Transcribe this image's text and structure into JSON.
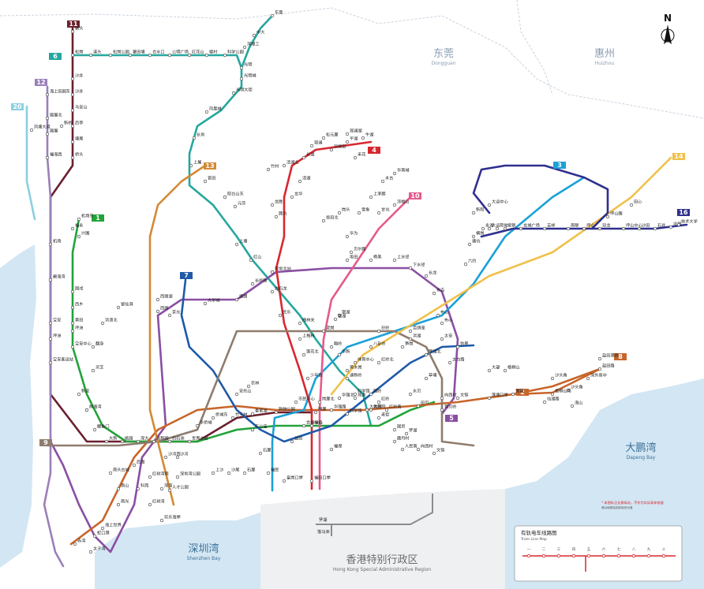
{
  "regions": {
    "dongguan": {
      "cn": "东莞",
      "en": "Dongguan"
    },
    "huizhou": {
      "cn": "惠州",
      "en": "Huizhou"
    },
    "dapeng_bay": {
      "cn": "大鹏湾",
      "en": "Dapeng Bay"
    },
    "shenzhen_bay": {
      "cn": "深圳湾",
      "en": "Shenzhen Bay"
    },
    "hong_kong": {
      "cn": "香港特别行政区",
      "en": "Hong Kong Special Administrative Region"
    }
  },
  "compass": {
    "label": "N"
  },
  "tram_legend": {
    "title_cn": "有轨电车线路图",
    "title_en": "Tram Line Map"
  },
  "notice": {
    "line1": "* 本图标注无换乘站，不作为实际乘车依据",
    "line2": "请以地铁站实际标识为准"
  },
  "colors": {
    "line1": "#22a33a",
    "line2": "#c8652a",
    "line3": "#1ba1d8",
    "line4": "#d7282f",
    "line5": "#8a4fa3",
    "line6": "#25a79e",
    "line7": "#1e5aa8",
    "line8": "#c8652a",
    "line9": "#8e7c6e",
    "line10": "#e55a8c",
    "line11": "#6b1f2e",
    "line12": "#9b7fb9",
    "line13": "#d38a35",
    "line14": "#f0c04a",
    "line16": "#2f2f8f",
    "line20": "#8ad0e0",
    "water": "#d3e6f3",
    "hk_land": "#eef0f2",
    "border": "#c9d3de"
  },
  "lines": [
    {
      "id": "1",
      "label": "1",
      "color": "#22a33a"
    },
    {
      "id": "2",
      "label": "2",
      "color": "#c8652a"
    },
    {
      "id": "3",
      "label": "3",
      "color": "#1ba1d8"
    },
    {
      "id": "4",
      "label": "4",
      "color": "#d7282f"
    },
    {
      "id": "5",
      "label": "5",
      "color": "#8a4fa3"
    },
    {
      "id": "6",
      "label": "6",
      "color": "#25a79e"
    },
    {
      "id": "7",
      "label": "7",
      "color": "#1e5aa8"
    },
    {
      "id": "8",
      "label": "8",
      "color": "#c8652a"
    },
    {
      "id": "9",
      "label": "9",
      "color": "#8e7c6e"
    },
    {
      "id": "10",
      "label": "10",
      "color": "#e55a8c"
    },
    {
      "id": "11",
      "label": "11",
      "color": "#6b1f2e"
    },
    {
      "id": "12",
      "label": "12",
      "color": "#9b7fb9"
    },
    {
      "id": "13",
      "label": "13",
      "color": "#d38a35"
    },
    {
      "id": "14",
      "label": "14",
      "color": "#f0c04a"
    },
    {
      "id": "16",
      "label": "16",
      "color": "#2f2f8f"
    },
    {
      "id": "20",
      "label": "20",
      "color": "#8ad0e0"
    }
  ],
  "stations": [
    {
      "name": "碧头",
      "key": "bitou"
    },
    {
      "name": "松岗",
      "key": "songgang"
    },
    {
      "name": "溪头",
      "key": "xitou"
    },
    {
      "name": "松岗公园",
      "key": "songganggongyuan"
    },
    {
      "name": "薯田埔",
      "key": "shutianpu"
    },
    {
      "name": "合水口",
      "key": "heshuikou"
    },
    {
      "name": "公明广场",
      "key": "gongmingguangchang"
    },
    {
      "name": "红花山",
      "key": "honghuashan"
    },
    {
      "name": "楼村",
      "key": "loucun"
    },
    {
      "name": "科学公园",
      "key": "kexuegongyuan"
    },
    {
      "name": "光明",
      "key": "guangming"
    },
    {
      "name": "光明大街",
      "key": "guangmingdajie"
    },
    {
      "name": "凤凰城",
      "key": "fenghuangcheng"
    },
    {
      "name": "长圳",
      "key": "changzhen"
    },
    {
      "name": "上屋",
      "key": "shangwu"
    },
    {
      "name": "官田",
      "key": "guantian"
    },
    {
      "name": "阳台山东",
      "key": "yangtaishandong"
    },
    {
      "name": "元芬",
      "key": "yuanfen"
    },
    {
      "name": "上塘",
      "key": "shangtang"
    },
    {
      "name": "红山",
      "key": "hongshan"
    },
    {
      "name": "深圳北站",
      "key": "shenzhenbeizhan"
    },
    {
      "name": "白石龙",
      "key": "baishilong"
    },
    {
      "name": "民乐",
      "key": "minle"
    },
    {
      "name": "上梅林",
      "key": "shangmeilin"
    },
    {
      "name": "莲花北",
      "key": "lianhuabei"
    },
    {
      "name": "少年宫",
      "key": "shaoniangong"
    },
    {
      "name": "市民中心",
      "key": "shiminzhongxin"
    },
    {
      "name": "会展中心",
      "key": "huizhanzhongxin"
    },
    {
      "name": "福田口岸",
      "key": "futiankouan"
    },
    {
      "name": "车公庙",
      "key": "chegongmiao"
    },
    {
      "name": "前海湾",
      "key": "qianhaiwan"
    },
    {
      "name": "宝安中心",
      "key": "baoanzhongxin"
    },
    {
      "name": "机场东",
      "key": "jichangdong"
    },
    {
      "name": "机场",
      "key": "jichang"
    },
    {
      "name": "福永",
      "key": "fuyong"
    },
    {
      "name": "沙井",
      "key": "shajing"
    },
    {
      "name": "后亭",
      "key": "houting"
    },
    {
      "name": "桥头",
      "key": "qiaotou"
    },
    {
      "name": "塘尾",
      "key": "tangwei"
    },
    {
      "name": "马安山",
      "key": "maanshan"
    },
    {
      "name": "沙井",
      "key": "shajing2"
    },
    {
      "name": "新桥",
      "key": "xinqiao"
    },
    {
      "name": "兴围",
      "key": "xingwei"
    },
    {
      "name": "碧海湾",
      "key": "bihaiwan"
    },
    {
      "name": "宝安",
      "key": "baoan"
    },
    {
      "name": "坪洲",
      "key": "pingzhou"
    },
    {
      "name": "固戍",
      "key": "gushu"
    },
    {
      "name": "西乡",
      "key": "xixiang"
    },
    {
      "name": "翻身",
      "key": "fanshen"
    },
    {
      "name": "灵芝",
      "key": "lingzhi"
    },
    {
      "name": "洪浪北",
      "key": "honglangbei"
    },
    {
      "name": "留仙洞",
      "key": "liuxiandong"
    },
    {
      "name": "西丽",
      "key": "xili"
    },
    {
      "name": "大学城",
      "key": "daxuecheng"
    },
    {
      "name": "塘朗",
      "key": "tanglang"
    },
    {
      "name": "长岭陂",
      "key": "changlingpi"
    },
    {
      "name": "深圳北",
      "key": "shenzhenbei"
    },
    {
      "name": "坂田",
      "key": "bantian"
    },
    {
      "name": "杨美",
      "key": "yangmei"
    },
    {
      "name": "上水径",
      "key": "shangshuijing"
    },
    {
      "name": "下水径",
      "key": "xiashuijing"
    },
    {
      "name": "长龙",
      "key": "changlong"
    },
    {
      "name": "布吉",
      "key": "buji"
    },
    {
      "name": "百鸽笼",
      "key": "baigelong"
    },
    {
      "name": "布心",
      "key": "buxin"
    },
    {
      "name": "太安",
      "key": "taian"
    },
    {
      "name": "怡景",
      "key": "yijing"
    },
    {
      "name": "黄贝岭",
      "key": "huangbeiling"
    },
    {
      "name": "大剧院",
      "key": "dajuyuan"
    },
    {
      "name": "科学馆",
      "key": "kexueguan"
    },
    {
      "name": "华强路",
      "key": "huaqianglu"
    },
    {
      "name": "岗厦",
      "key": "gangxia"
    },
    {
      "name": "购物公园",
      "key": "gouwugongyuan"
    },
    {
      "name": "香蜜湖",
      "key": "xiangmihu"
    },
    {
      "name": "竹子林",
      "key": "zhuzilin"
    },
    {
      "name": "侨城东",
      "key": "qiaochengdong"
    },
    {
      "name": "华侨城",
      "key": "huaqiaocheng"
    },
    {
      "name": "世界之窗",
      "key": "shijiezhichuang"
    },
    {
      "name": "白石洲",
      "key": "baishizhou"
    },
    {
      "name": "高新园",
      "key": "gaoxinyuan"
    },
    {
      "name": "深大",
      "key": "shenda"
    },
    {
      "name": "桃园",
      "key": "taoyuan"
    },
    {
      "name": "大新",
      "key": "daxin"
    },
    {
      "name": "鲤鱼门",
      "key": "liyumen"
    },
    {
      "name": "前海湾",
      "key": "qianhaiwan2"
    },
    {
      "name": "新安",
      "key": "xinan"
    },
    {
      "name": "蛇口港",
      "key": "shekougang"
    },
    {
      "name": "海上世界",
      "key": "haishangshijie"
    },
    {
      "name": "太子湾",
      "key": "taiziwan"
    },
    {
      "name": "赤湾",
      "key": "chiwan"
    },
    {
      "name": "后海",
      "key": "houhai"
    },
    {
      "name": "红树湾南",
      "key": "hongshuwannan"
    },
    {
      "name": "深湾",
      "key": "shenwan"
    },
    {
      "name": "深圳湾公园",
      "key": "shenzhenwangongyuan"
    },
    {
      "name": "人才公园",
      "key": "rencaigongyuan"
    },
    {
      "name": "罗湖",
      "key": "luohu"
    },
    {
      "name": "国贸",
      "key": "guomao"
    },
    {
      "name": "老街",
      "key": "laojie"
    },
    {
      "name": "大剧院",
      "key": "dajuyuan2"
    },
    {
      "name": "田贝",
      "key": "tianbei"
    },
    {
      "name": "水贝",
      "key": "shuibei"
    },
    {
      "name": "草埔",
      "key": "caopu"
    },
    {
      "name": "双龙",
      "key": "shuanglong"
    },
    {
      "name": "龙城广场",
      "key": "longchengguangchang"
    },
    {
      "name": "大运",
      "key": "dayun"
    },
    {
      "name": "爱联",
      "key": "ailian"
    },
    {
      "name": "吉祥",
      "key": "jixiang"
    },
    {
      "name": "南联",
      "key": "nanlian"
    },
    {
      "name": "坪山",
      "key": "pingshan"
    },
    {
      "name": "坪山围",
      "key": "pingshanwei"
    },
    {
      "name": "坪山中心",
      "key": "pingshanzhongxin"
    },
    {
      "name": "沙田",
      "key": "shatian"
    },
    {
      "name": "石井",
      "key": "shijing"
    },
    {
      "name": "坑梓",
      "key": "kengzi"
    },
    {
      "name": "田心",
      "key": "tianxin"
    },
    {
      "name": "技术大学",
      "key": "jishudaxue"
    },
    {
      "name": "新和",
      "key": "xinhe"
    },
    {
      "name": "六约",
      "key": "liuyue"
    },
    {
      "name": "塘坑",
      "key": "tangkeng"
    },
    {
      "name": "横岗",
      "key": "henggang"
    },
    {
      "name": "永湖",
      "key": "yonghu"
    },
    {
      "name": "荷坳",
      "key": "heao"
    },
    {
      "name": "大运中心",
      "key": "dayunzhongxin"
    },
    {
      "name": "盐田路",
      "key": "yantianlu"
    },
    {
      "name": "沙头角",
      "key": "shatoujiao"
    },
    {
      "name": "海山",
      "key": "haishan"
    },
    {
      "name": "深外高中",
      "key": "shenwaigaozhong"
    },
    {
      "name": "盐田港西",
      "key": "yantiangangxi"
    },
    {
      "name": "梧桐山南",
      "key": "wutongshannan"
    },
    {
      "name": "仙湖路",
      "key": "xianhulu"
    },
    {
      "name": "莲塘",
      "key": "liantang"
    },
    {
      "name": "莲塘口岸",
      "key": "liantangkouan"
    },
    {
      "name": "文锦",
      "key": "wenjin"
    },
    {
      "name": "向西村",
      "key": "xiangxicun"
    },
    {
      "name": "西丽湖",
      "key": "xilihu"
    },
    {
      "name": "茶光",
      "key": "chaguang"
    },
    {
      "name": "车公庙",
      "key": "chegongmiao2"
    },
    {
      "name": "安托山",
      "key": "antuoshan"
    },
    {
      "name": "农林",
      "key": "nonglin"
    },
    {
      "name": "黄木岗",
      "key": "huangmugang"
    },
    {
      "name": "八卦岭",
      "key": "bagualing"
    },
    {
      "name": "红岭北",
      "key": "honglingbei"
    },
    {
      "name": "笋岗",
      "key": "sungang"
    },
    {
      "name": "洪湖",
      "key": "honghu"
    },
    {
      "name": "孖岭",
      "key": "maling"
    },
    {
      "name": "银湖",
      "key": "yinhu"
    },
    {
      "name": "泥岗",
      "key": "nigang"
    },
    {
      "name": "梅林关",
      "key": "meilinguan"
    },
    {
      "name": "华新",
      "key": "huaxin"
    },
    {
      "name": "通新岭",
      "key": "tongxinling"
    },
    {
      "name": "科学馆",
      "key": "kexueguan2"
    },
    {
      "name": "体育中心",
      "key": "tiyuzhongxin"
    },
    {
      "name": "翰岭",
      "key": "hanling"
    },
    {
      "name": "银湖",
      "key": "yinhu2"
    },
    {
      "name": "坂田北",
      "key": "bantianbei"
    },
    {
      "name": "华为",
      "key": "huawei"
    },
    {
      "name": "贝尔路",
      "key": "beierlu"
    },
    {
      "name": "岗头",
      "key": "gangtou"
    },
    {
      "name": "雪象",
      "key": "xuexiang"
    },
    {
      "name": "甘坑",
      "key": "gankeng"
    },
    {
      "name": "凉帽山",
      "key": "liangmaoshan"
    },
    {
      "name": "上李朗",
      "key": "shanglilang"
    },
    {
      "name": "木古",
      "key": "mugu"
    },
    {
      "name": "华南城",
      "key": "huanancheng"
    },
    {
      "name": "禾花",
      "key": "hehua"
    },
    {
      "name": "平湖",
      "key": "pinghu"
    },
    {
      "name": "双拥街",
      "key": "shuangyongjie"
    },
    {
      "name": "清湖",
      "key": "qinghu"
    },
    {
      "name": "龙华",
      "key": "longhua"
    },
    {
      "name": "龙胜",
      "key": "longsheng"
    },
    {
      "name": "茜坑",
      "key": "qiankeng"
    },
    {
      "name": "竹村",
      "key": "zhucun"
    },
    {
      "name": "清湖北",
      "key": "qinghubei"
    },
    {
      "name": "长湖",
      "key": "changhu"
    },
    {
      "name": "观澜",
      "key": "guanlan"
    },
    {
      "name": "松元厦",
      "key": "songyuansha"
    },
    {
      "name": "观澜湖",
      "key": "guanlanhu"
    },
    {
      "name": "牛湖",
      "key": "niuhu"
    },
    {
      "name": "羊台山东",
      "key": "yangtaishandong2"
    },
    {
      "name": "中大",
      "key": "zhongda"
    },
    {
      "name": "深理工",
      "key": "shenligong"
    },
    {
      "name": "光明城",
      "key": "guangmingcheng"
    },
    {
      "name": "东莞",
      "key": "dongguan"
    },
    {
      "name": "黄田",
      "key": "huangtian"
    },
    {
      "name": "碧海湾",
      "key": "bihaiwan2"
    },
    {
      "name": "海上田园东",
      "key": "haishangtianyuandong"
    },
    {
      "name": "国展",
      "key": "guozhan"
    },
    {
      "name": "国展北",
      "key": "guozhanbei"
    },
    {
      "name": "福海西",
      "key": "fuhaixi"
    },
    {
      "name": "凤塘大道",
      "key": "fengtangdadao"
    },
    {
      "name": "宝安客运站",
      "key": "baoankeyunzhan"
    },
    {
      "name": "坪洲",
      "key": "pingzhou2"
    },
    {
      "name": "南头古城",
      "key": "nantougucheng"
    },
    {
      "name": "南山",
      "key": "nanshan"
    },
    {
      "name": "南光",
      "key": "nanguang"
    },
    {
      "name": "科苑",
      "key": "keyuan"
    },
    {
      "name": "红树湾",
      "key": "hongshuwan"
    },
    {
      "name": "欢乐海岸",
      "key": "huanlehaian"
    },
    {
      "name": "沙河西",
      "key": "shahexi"
    },
    {
      "name": "沙河",
      "key": "shahe"
    },
    {
      "name": "上沙",
      "key": "shangsha"
    },
    {
      "name": "沙尾",
      "key": "shawei"
    },
    {
      "name": "石厦",
      "key": "shixia"
    },
    {
      "name": "福民",
      "key": "fumin"
    },
    {
      "name": "皇岗口岸",
      "key": "huanggangkouan"
    },
    {
      "name": "福田",
      "key": "futian"
    },
    {
      "name": "岗厦北",
      "key": "gangxiabei"
    },
    {
      "name": "华强北",
      "key": "huaqiangbei"
    },
    {
      "name": "燕南",
      "key": "yannan"
    },
    {
      "name": "园岭",
      "key": "yuanling"
    },
    {
      "name": "红岭",
      "key": "hongling"
    },
    {
      "name": "红岭南",
      "key": "honglingnan"
    },
    {
      "name": "鹿丹村",
      "key": "ludancun"
    },
    {
      "name": "人民南",
      "key": "renminnan"
    },
    {
      "name": "向西村",
      "key": "xiangxicun2"
    },
    {
      "name": "文锦",
      "key": "wenjin2"
    },
    {
      "name": "罗湖北",
      "key": "luohubei"
    },
    {
      "name": "布心",
      "key": "buxin2"
    },
    {
      "name": "太白路",
      "key": "taibailu"
    },
    {
      "name": "大望",
      "key": "dawang"
    },
    {
      "name": "梧桐山",
      "key": "wutongshan"
    },
    {
      "name": "沙头角",
      "key": "shatoujiao2"
    },
    {
      "name": "福保",
      "key": "fubao"
    },
    {
      "name": "益田",
      "key": "yitian"
    },
    {
      "name": "石厦",
      "key": "shixia2"
    }
  ],
  "hk_lines": {
    "label1": "罗湖",
    "label2": "落马洲"
  },
  "tram_stations": [
    "一",
    "二",
    "三",
    "四",
    "五",
    "六",
    "七",
    "八",
    "九",
    "十"
  ]
}
